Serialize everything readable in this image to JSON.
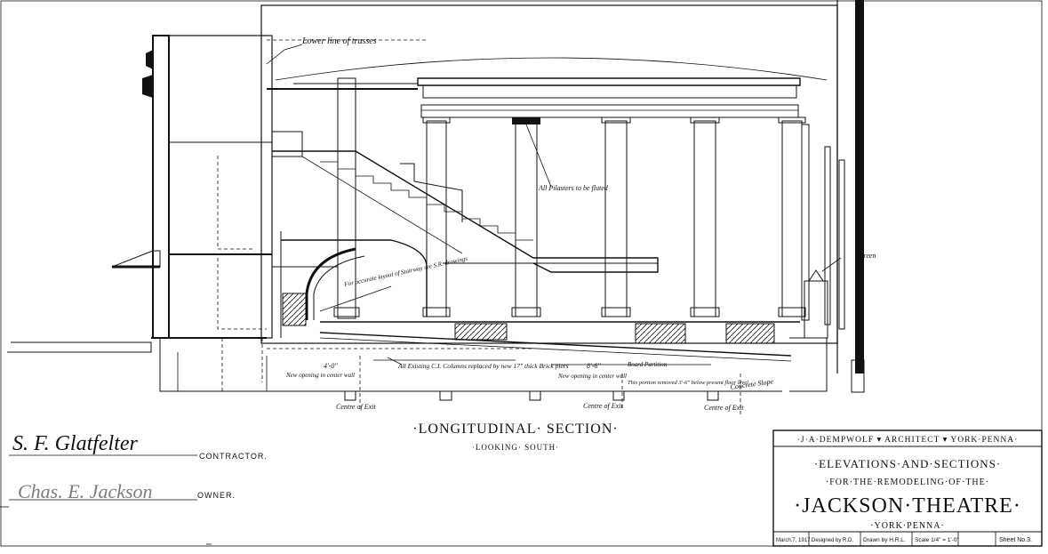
{
  "notes": {
    "trusses": "Lower line of trusses",
    "pilasters": "All Pilasters to be fluted",
    "stairway": "For accurate layout of Stairway see S.R. drawings",
    "columns": "All Existing C.I. Columns replaced by new 17\" thick Brick piers",
    "new_opening_1": "New opening in center wall",
    "dim_1": "4'-0\"",
    "dim_2": "8'-6\"",
    "new_opening_2": "New opening in center wall",
    "board_partition": "Board Partition",
    "portion_removed": "This portion removed 3'-6\" below present floor level",
    "concrete_slope": "Concrete Slope",
    "exit_1": "Centre of Exit",
    "exit_2": "Centre of Exit",
    "exit_3": "Centre of Exit",
    "screen": "Screen"
  },
  "section_title": "·LONGITUDINAL· SECTION·",
  "section_subtitle": "·LOOKING· SOUTH·",
  "signatures": {
    "contractor_signature": "S. F. Glatfelter",
    "contractor_role": "CONTRACTOR.",
    "owner_signature": "Chas. E. Jackson",
    "owner_role": "OWNER."
  },
  "title_block": {
    "architect": "·J·A·DEMPWOLF ▾ ARCHITECT ▾ YORK·PENNA·",
    "line1": "·ELEVATIONS·AND·SECTIONS·",
    "line2": "·FOR·THE·REMODELING·OF·THE·",
    "line3": "·JACKSON·THEATRE·",
    "line4": "·YORK·PENNA·",
    "date": "March.7, 1917.",
    "designed": "Designed by R.D.",
    "drawn": "Drawn by H.R.L.",
    "scale": "Scale 1/4\" = 1'-0\"",
    "sheet": "Sheet No.3."
  },
  "colors": {
    "ink": "#111111",
    "paper": "#ffffff"
  }
}
